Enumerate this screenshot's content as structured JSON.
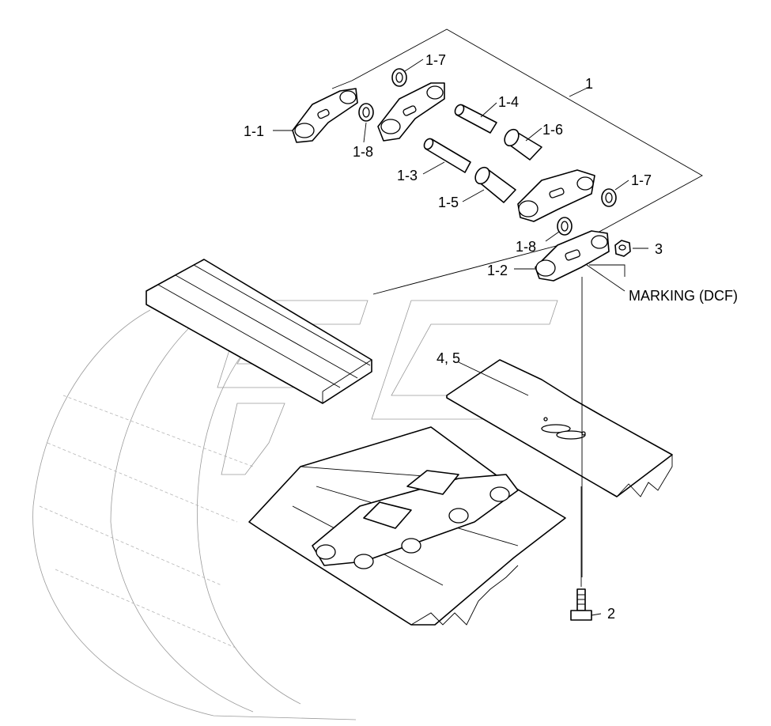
{
  "callouts": {
    "c1": "1",
    "c1_1": "1-1",
    "c1_2": "1-2",
    "c1_3": "1-3",
    "c1_4": "1-4",
    "c1_5": "1-5",
    "c1_6": "1-6",
    "c1_7a": "1-7",
    "c1_7b": "1-7",
    "c1_8a": "1-8",
    "c1_8b": "1-8",
    "c2": "2",
    "c3": "3",
    "c45": "4, 5",
    "marking": "MARKING (DCF)"
  },
  "colors": {
    "line": "#000000",
    "ghost": "#9a9a9a",
    "background": "#ffffff"
  }
}
